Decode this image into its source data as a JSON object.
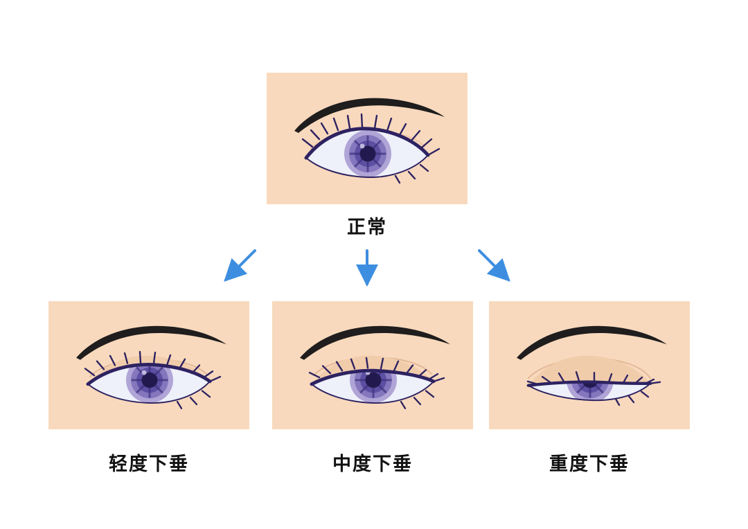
{
  "diagram": {
    "nodes": {
      "normal": {
        "label": "正常"
      },
      "mild": {
        "label": "轻度下垂"
      },
      "moderate": {
        "label": "中度下垂"
      },
      "severe": {
        "label": "重度下垂"
      }
    },
    "edges": [
      {
        "from": "normal",
        "to": "mild"
      },
      {
        "from": "normal",
        "to": "moderate"
      },
      {
        "from": "normal",
        "to": "severe"
      }
    ],
    "colors": {
      "background": "#ffffff",
      "skin": "#f8d9bd",
      "brow": "#1f1d1d",
      "outline": "#2d2261",
      "sclera": "#eef0fa",
      "iris_outer": "#b0a5d6",
      "iris_inner": "#8577bd",
      "iris_core": "#5d4fa2",
      "iris_spoke": "#3c317c",
      "pupil": "#221a4e",
      "iris_highlight": "#d9d4ee",
      "lid": "#f1ccab",
      "crease": "#dfb091",
      "arrow": "#3d8ee0",
      "label": "#111111"
    }
  }
}
